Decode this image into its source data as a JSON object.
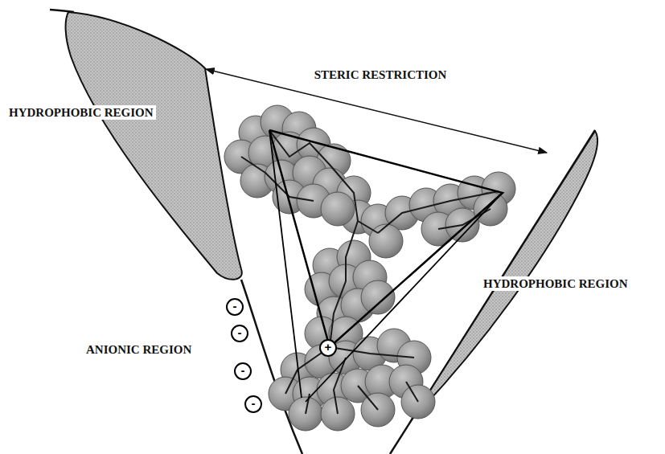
{
  "diagram": {
    "nodes": [
      {
        "text": [
          "-"
        ]
      },
      {
        "text": [
          "-"
        ]
      },
      {
        "text": [
          "-"
        ]
      },
      {
        "text": [
          "-"
        ]
      },
      {
        "text": [
          "+"
        ]
      }
    ],
    "labels": [
      "STERIC RESTRICTION",
      "HYDROPHOBIC REGION",
      "HYDROPHOBIC REGION",
      "ANIONIC REGION"
    ]
  }
}
